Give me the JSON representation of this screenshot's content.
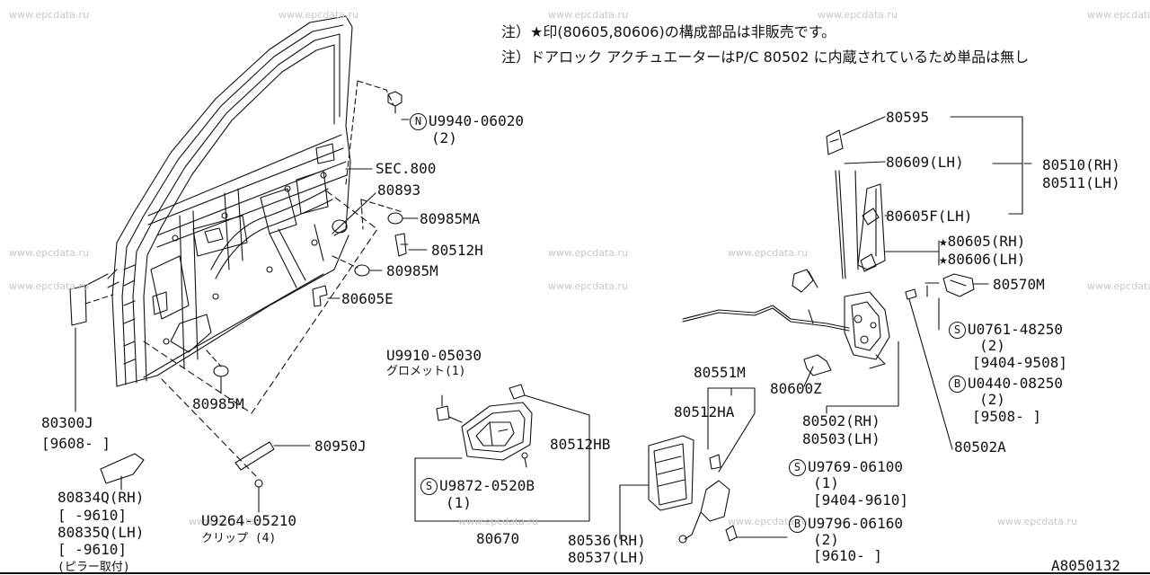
{
  "notes": [
    "注）★印(80605,80606)の構成部品は非販売です。",
    "注）ドアロック アクチュエーターはP/C 80502 に内蔵されているため単品は無し"
  ],
  "watermark": "www.epcdata.ru",
  "diagram_id": "A8050132",
  "labels": {
    "n_mark": "N",
    "u9940": "U9940-06020",
    "u9940_qty": "(2)",
    "sec800": "SEC.800",
    "p80893": "80893",
    "p80985ma": "80985MA",
    "p80512h": "80512H",
    "p80985m_a": "80985M",
    "p80605e": "80605E",
    "p80985m_b": "80985M",
    "p80300j": "80300J",
    "p80300j_date": "[9608-    ]",
    "p80950j": "80950J",
    "p80834q": "80834Q(RH)",
    "p80834q_date": "[     -9610]",
    "p80835q": "80835Q(LH)",
    "p80835q_date": "[     -9610]",
    "pillar": "(ピラー取付)",
    "u9264": "U9264-05210",
    "u9264_desc": "クリップ (4)",
    "u9910": "U9910-05030",
    "u9910_desc": "グロメット(1)",
    "p80512hb": "80512HB",
    "s_mark_1": "S",
    "u9872": "U9872-0520B",
    "u9872_qty": "(1)",
    "p80670": "80670",
    "p80595": "80595",
    "p80609": "80609(LH)",
    "p80510": "80510(RH)",
    "p80511": "80511(LH)",
    "p80605f": "80605F(LH)",
    "p80605": "★80605(RH)",
    "p80606": "★80606(LH)",
    "p80570m": "80570M",
    "s_mark_2": "S",
    "u0761": "U0761-48250",
    "u0761_qty": "(2)",
    "u0761_date": "[9404-9508]",
    "b_mark_1": "B",
    "u0440": "U0440-08250",
    "u0440_qty": "(2)",
    "u0440_date": "[9508-    ]",
    "p80551m": "80551M",
    "p80512ha": "80512HA",
    "p80600z": "80600Z",
    "p80502": "80502(RH)",
    "p80503": "80503(LH)",
    "p80502a": "80502A",
    "s_mark_3": "S",
    "u9769": "U9769-06100",
    "u9769_qty": "(1)",
    "u9769_date": "[9404-9610]",
    "b_mark_2": "B",
    "u9796": "U9796-06160",
    "u9796_qty": "(2)",
    "u9796_date": "[9610-    ]",
    "p80536": "80536(RH)",
    "p80537": "80537(LH)"
  }
}
